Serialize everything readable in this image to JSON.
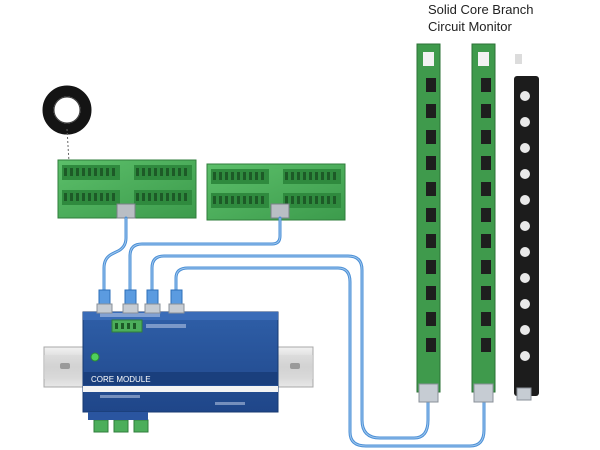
{
  "diagram": {
    "title_line1": "Solid Core Branch",
    "title_line2": "Circuit Monitor",
    "module_label": "CORE MODULE"
  }
}
